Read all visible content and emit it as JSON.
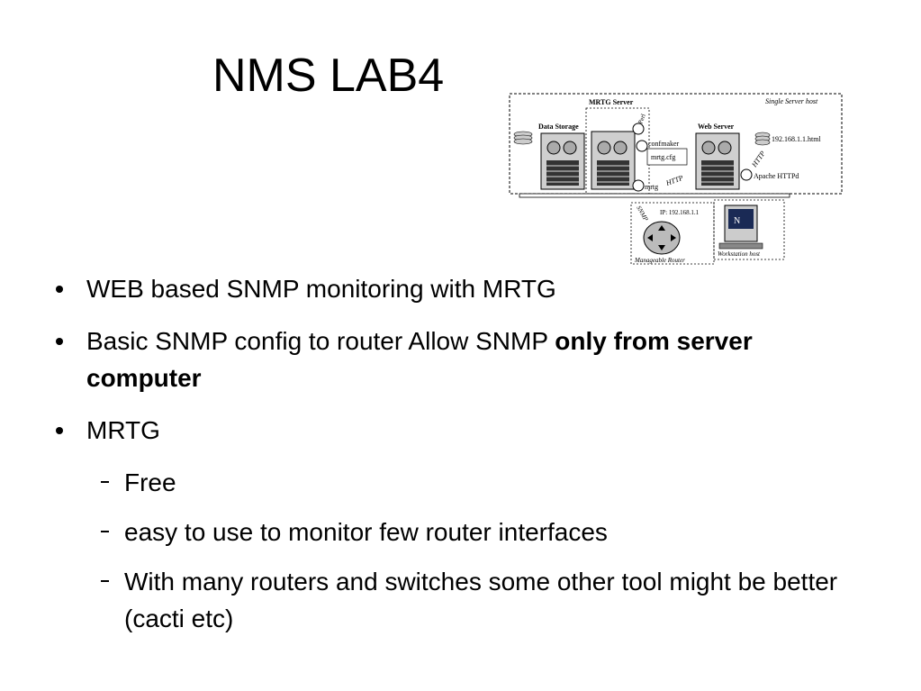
{
  "title": "NMS LAB4",
  "diagram": {
    "single_server_host": "Single Server host",
    "mrtg_server": "MRTG Server",
    "data_storage": "Data Storage",
    "web_server": "Web Server",
    "confmaker": "confmaker",
    "mrtg_cfg": "mrtg.cfg",
    "mrtg": "mrtg",
    "perl": "Perl",
    "http_1": "HTTP",
    "http_2": "HTTP",
    "html_file": "192.168.1.1.html",
    "apache": "Apache HTTPd",
    "ip": "IP: 192.168.1.1",
    "snmp": "SNMP",
    "router": "Manageable Router",
    "workstation": "Workstation host"
  },
  "bullets": [
    {
      "text": "WEB based SNMP monitoring with MRTG",
      "bold": ""
    },
    {
      "text": "Basic SNMP config to router Allow SNMP ",
      "bold": "only from server computer"
    },
    {
      "text": "MRTG",
      "bold": ""
    }
  ],
  "sub_bullets": [
    {
      "text": "Free"
    },
    {
      "text": "easy to use to monitor few router interfaces"
    },
    {
      "text": "With many routers and switches some other tool might be better (cacti etc)"
    }
  ]
}
